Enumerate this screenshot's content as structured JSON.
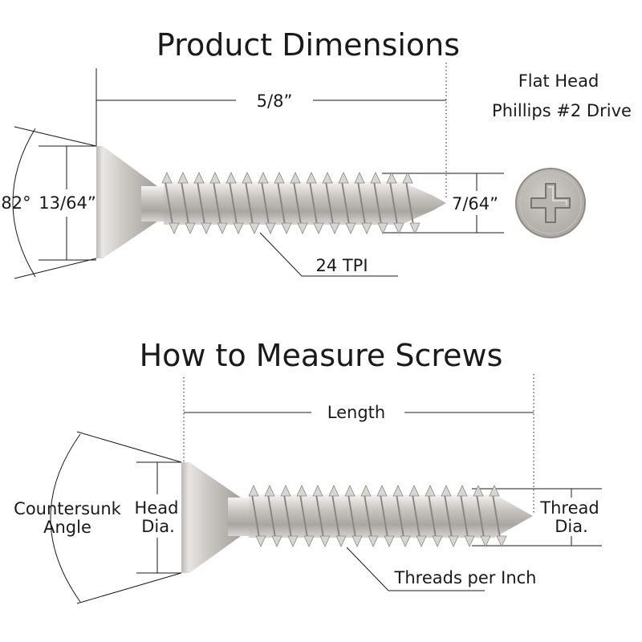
{
  "product": {
    "title": "Product Dimensions",
    "length": "5/8”",
    "head_type": "Flat Head",
    "drive": "Phillips #2 Drive",
    "angle": "82°",
    "head_dia": "13/64”",
    "thread_dia": "7/64”",
    "tpi": "24 TPI"
  },
  "guide": {
    "title": "How to Measure Screws",
    "length": "Length",
    "angle_line1": "Countersunk",
    "angle_line2": "Angle",
    "head_line1": "Head",
    "head_line2": "Dia.",
    "thread_line1": "Thread",
    "thread_line2": "Dia.",
    "tpi": "Threads per Inch"
  },
  "colors": {
    "text": "#1a1a1a",
    "metal_light": "#e4e2df",
    "metal_dark": "#8e8a86"
  }
}
